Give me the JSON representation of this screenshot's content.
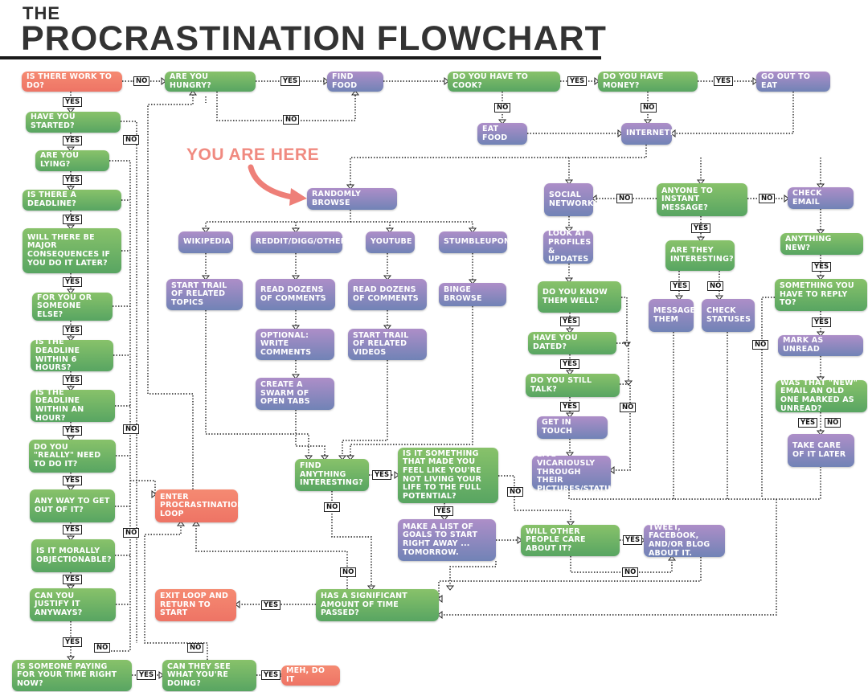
{
  "title": {
    "line1": "THE",
    "line2": "PROCRASTINATION FLOWCHART"
  },
  "annotation": "YOU ARE HERE",
  "colors": {
    "green": "#6cb468",
    "purple": "#8a86c0",
    "salmon": "#f07c6a",
    "line": "#222222"
  },
  "nodes": [
    {
      "id": "work",
      "text": "IS THERE WORK TO DO?",
      "color": "salmon"
    },
    {
      "id": "hungry",
      "text": "ARE YOU HUNGRY?",
      "color": "green"
    },
    {
      "id": "findfood",
      "text": "FIND FOOD",
      "color": "purple"
    },
    {
      "id": "cook",
      "text": "DO YOU HAVE TO COOK?",
      "color": "green"
    },
    {
      "id": "money",
      "text": "DO YOU HAVE MONEY?",
      "color": "green"
    },
    {
      "id": "goout",
      "text": "GO OUT TO EAT",
      "color": "purple"
    },
    {
      "id": "eatfood",
      "text": "EAT FOOD",
      "color": "purple"
    },
    {
      "id": "internet",
      "text": "INTERNET!",
      "color": "purple"
    },
    {
      "id": "started",
      "text": "HAVE YOU STARTED?",
      "color": "green"
    },
    {
      "id": "lying",
      "text": "ARE YOU LYING?",
      "color": "green"
    },
    {
      "id": "deadline",
      "text": "IS THERE A DEADLINE?",
      "color": "green"
    },
    {
      "id": "consequences",
      "text": "WILL THERE BE MAJOR CONSEQUENCES IF YOU DO IT LATER?",
      "color": "green"
    },
    {
      "id": "foryou",
      "text": "FOR YOU OR SOMEONE ELSE?",
      "color": "green"
    },
    {
      "id": "six",
      "text": "IS THE DEADLINE WITHIN 6 HOURS?",
      "color": "green"
    },
    {
      "id": "hour",
      "text": "IS THE DEADLINE WITHIN AN HOUR?",
      "color": "green"
    },
    {
      "id": "really",
      "text": "DO YOU \"REALLY\" NEED TO DO IT?",
      "color": "green"
    },
    {
      "id": "wayout",
      "text": "ANY WAY TO GET OUT OF IT?",
      "color": "green"
    },
    {
      "id": "moral",
      "text": "IS IT MORALLY OBJECTIONABLE?",
      "color": "green"
    },
    {
      "id": "justify",
      "text": "CAN YOU JUSTIFY IT ANYWAYS?",
      "color": "green"
    },
    {
      "id": "paying",
      "text": "IS SOMEONE PAYING FOR YOUR TIME RIGHT NOW?",
      "color": "green"
    },
    {
      "id": "see",
      "text": "CAN THEY SEE WHAT YOU'RE DOING?",
      "color": "green"
    },
    {
      "id": "meh",
      "text": "MEH, DO IT",
      "color": "salmon"
    },
    {
      "id": "loop",
      "text": "ENTER PROCRASTINATION LOOP",
      "color": "salmon"
    },
    {
      "id": "exit",
      "text": "EXIT LOOP AND RETURN TO START",
      "color": "salmon"
    },
    {
      "id": "randomly",
      "text": "RANDOMLY BROWSE",
      "color": "purple"
    },
    {
      "id": "wikipedia",
      "text": "WIKIPEDIA",
      "color": "purple"
    },
    {
      "id": "reddit",
      "text": "REDDIT/DIGG/OTHER",
      "color": "purple"
    },
    {
      "id": "youtube",
      "text": "YOUTUBE",
      "color": "purple"
    },
    {
      "id": "stumble",
      "text": "STUMBLEUPON",
      "color": "purple"
    },
    {
      "id": "trail",
      "text": "START TRAIL OF RELATED TOPICS",
      "color": "purple"
    },
    {
      "id": "readc1",
      "text": "READ DOZENS OF COMMENTS",
      "color": "purple"
    },
    {
      "id": "readc2",
      "text": "READ DOZENS OF COMMENTS",
      "color": "purple"
    },
    {
      "id": "binge",
      "text": "BINGE BROWSE",
      "color": "purple"
    },
    {
      "id": "writec",
      "text": "OPTIONAL: WRITE COMMENTS",
      "color": "purple"
    },
    {
      "id": "trailv",
      "text": "START TRAIL OF RELATED VIDEOS",
      "color": "purple"
    },
    {
      "id": "swarm",
      "text": "CREATE A SWARM OF OPEN TABS",
      "color": "purple"
    },
    {
      "id": "interesting",
      "text": "FIND ANYTHING INTERESTING?",
      "color": "green"
    },
    {
      "id": "potential",
      "text": "IS IT SOMETHING THAT MADE YOU FEEL LIKE YOU'RE NOT LIVING YOUR LIFE TO THE FULL POTENTIAL?",
      "color": "green"
    },
    {
      "id": "goals",
      "text": "MAKE A LIST OF GOALS TO START RIGHT AWAY ... TOMORROW.",
      "color": "purple"
    },
    {
      "id": "others",
      "text": "WILL OTHER PEOPLE CARE ABOUT IT?",
      "color": "green"
    },
    {
      "id": "tweet",
      "text": "TWEET, FACEBOOK, AND/OR BLOG ABOUT IT.",
      "color": "purple"
    },
    {
      "id": "timepassed",
      "text": "HAS A SIGNIFICANT AMOUNT OF TIME PASSED?",
      "color": "green"
    },
    {
      "id": "social",
      "text": "SOCIAL NETWORKS",
      "color": "purple"
    },
    {
      "id": "im",
      "text": "ANYONE TO INSTANT MESSAGE?",
      "color": "green"
    },
    {
      "id": "email",
      "text": "CHECK EMAIL",
      "color": "purple"
    },
    {
      "id": "profiles",
      "text": "LOOK AT PROFILES & UPDATES",
      "color": "purple"
    },
    {
      "id": "theyint",
      "text": "ARE THEY INTERESTING?",
      "color": "green"
    },
    {
      "id": "anynew",
      "text": "ANYTHING NEW?",
      "color": "green"
    },
    {
      "id": "knowwell",
      "text": "DO YOU KNOW THEM WELL?",
      "color": "green"
    },
    {
      "id": "reply",
      "text": "SOMETHING YOU HAVE TO REPLY TO?",
      "color": "green"
    },
    {
      "id": "message",
      "text": "MESSAGE THEM",
      "color": "purple"
    },
    {
      "id": "statuses",
      "text": "CHECK STATUSES",
      "color": "purple"
    },
    {
      "id": "dated",
      "text": "HAVE YOU DATED?",
      "color": "green"
    },
    {
      "id": "unread",
      "text": "MARK AS UNREAD",
      "color": "purple"
    },
    {
      "id": "stilltalk",
      "text": "DO YOU STILL TALK?",
      "color": "green"
    },
    {
      "id": "wasnew",
      "text": "WAS THAT \"NEW\" EMAIL AN OLD ONE MARKED AS UNREAD?",
      "color": "green"
    },
    {
      "id": "intouch",
      "text": "GET IN TOUCH",
      "color": "purple"
    },
    {
      "id": "later",
      "text": "TAKE CARE OF IT LATER",
      "color": "purple"
    },
    {
      "id": "vicarious",
      "text": "LIVE VICARIOUSLY THROUGH THEIR PICTURES/STATUS",
      "color": "purple"
    }
  ],
  "edge_labels": {
    "yes": "YES",
    "no": "NO"
  }
}
